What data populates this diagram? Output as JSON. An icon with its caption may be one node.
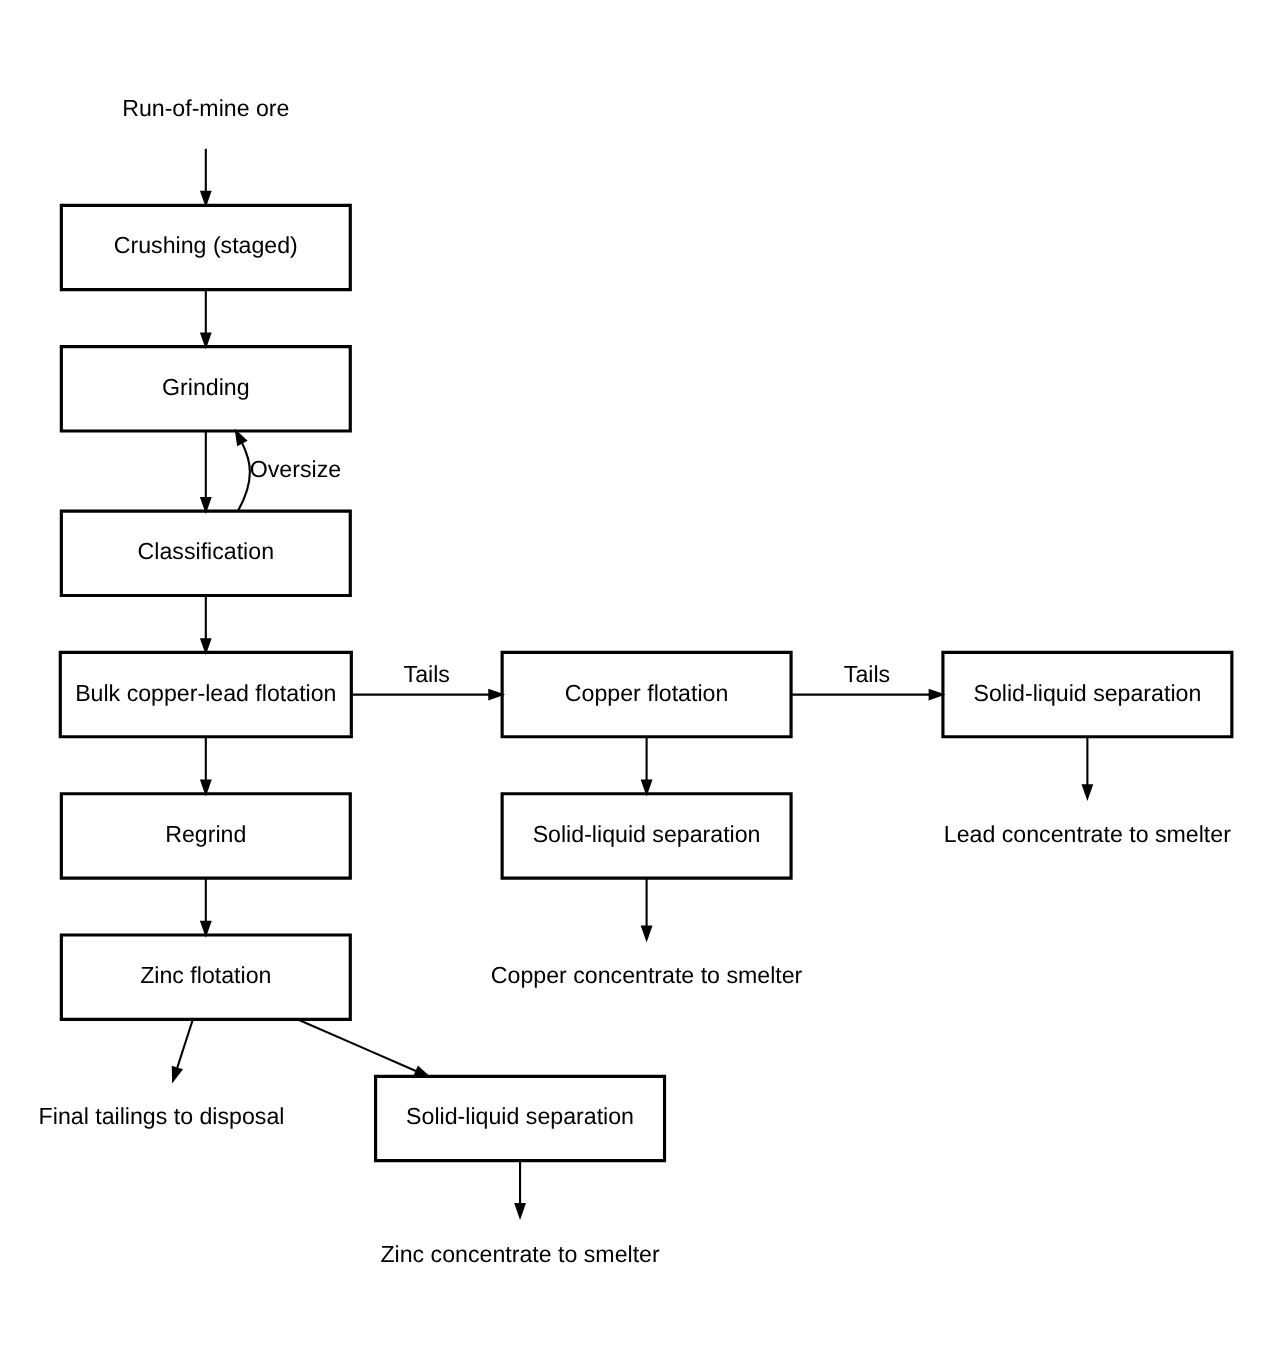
{
  "diagram": {
    "nodes": [
      {
        "text": [
          "Run-of-mine ore"
        ]
      },
      {
        "text": [
          "Crushing (staged)"
        ]
      },
      {
        "text": [
          "Grinding"
        ]
      },
      {
        "text": [
          "Classification"
        ]
      },
      {
        "text": [
          "Bulk copper-lead flotation"
        ]
      },
      {
        "text": [
          "Copper flotation"
        ]
      },
      {
        "text": [
          "Solid-liquid separation"
        ]
      },
      {
        "text": [
          "Regrind"
        ]
      },
      {
        "text": [
          "Solid-liquid separation"
        ]
      },
      {
        "text": [
          "Lead concentrate to smelter"
        ]
      },
      {
        "text": [
          "Zinc flotation"
        ]
      },
      {
        "text": [
          "Copper concentrate to smelter"
        ]
      },
      {
        "text": [
          "Final tailings to disposal"
        ]
      },
      {
        "text": [
          "Solid-liquid separation"
        ]
      },
      {
        "text": [
          "Zinc concentrate to smelter"
        ]
      }
    ],
    "edges": [
      {
        "from": 0,
        "to": 1,
        "arrow": "to"
      },
      {
        "from": 1,
        "to": 2,
        "arrow": "to"
      },
      {
        "from": 2,
        "to": 3,
        "arrow": "to"
      },
      {
        "from": 3,
        "to": 2,
        "arrow": "to",
        "label": "Oversize"
      },
      {
        "from": 3,
        "to": 4,
        "arrow": "to"
      },
      {
        "from": 4,
        "to": 5,
        "arrow": "to",
        "label": "Tails"
      },
      {
        "from": 5,
        "to": 6,
        "arrow": "to",
        "label": "Tails"
      },
      {
        "from": 6,
        "to": 9,
        "arrow": "to"
      },
      {
        "from": 5,
        "to": 8,
        "arrow": "to"
      },
      {
        "from": 8,
        "to": 11,
        "arrow": "to"
      },
      {
        "from": 4,
        "to": 7,
        "arrow": "to"
      },
      {
        "from": 7,
        "to": 10,
        "arrow": "to"
      },
      {
        "from": 10,
        "to": 12,
        "arrow": "to"
      },
      {
        "from": 10,
        "to": 13,
        "arrow": "to"
      },
      {
        "from": 13,
        "to": 14,
        "arrow": "to"
      }
    ]
  }
}
